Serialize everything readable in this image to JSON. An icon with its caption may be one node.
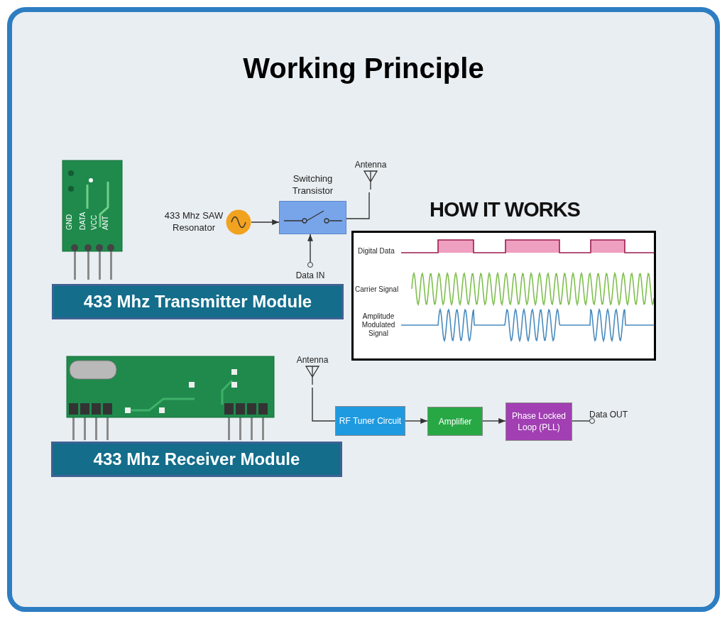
{
  "diagram": {
    "title": "Working Principle",
    "nodes": [
      {
        "text": [],
        "shape": "circle",
        "beside": [
          "433 Mhz SAW Resonator"
        ]
      },
      {
        "text": [
          "Switching Transistor"
        ]
      },
      {
        "text": [
          "Antenna"
        ]
      },
      {
        "text": [
          "Data IN"
        ]
      },
      {
        "text": [
          "433 Mhz Transmitter Module"
        ]
      },
      {
        "text": [
          "HOW IT WORKS"
        ]
      },
      {
        "text": [
          "Antenna"
        ]
      },
      {
        "text": [
          "RF Tuner Circuit"
        ]
      },
      {
        "text": [
          "Amplifier"
        ]
      },
      {
        "text": [
          "Phase Locked Loop (PLL)"
        ]
      },
      {
        "text": [
          "Data OUT"
        ]
      },
      {
        "text": [
          "433 Mhz Receiver Module"
        ]
      }
    ],
    "edges": [
      {
        "from": 0,
        "to": 1,
        "arrow": "to"
      },
      {
        "from": 3,
        "to": 1,
        "arrow": "to"
      },
      {
        "from": 1,
        "to": 2,
        "arrow": "none"
      },
      {
        "from": 6,
        "to": 7,
        "arrow": "none"
      },
      {
        "from": 7,
        "to": 8,
        "arrow": "to"
      },
      {
        "from": 8,
        "to": 9,
        "arrow": "to"
      },
      {
        "from": 9,
        "to": 10,
        "arrow": "none"
      }
    ],
    "labels": [
      "GND",
      "DATA",
      "VCC",
      "ANT",
      "Digital Data",
      "Carrier Signal",
      "Amplitude Modulated Signal"
    ]
  }
}
